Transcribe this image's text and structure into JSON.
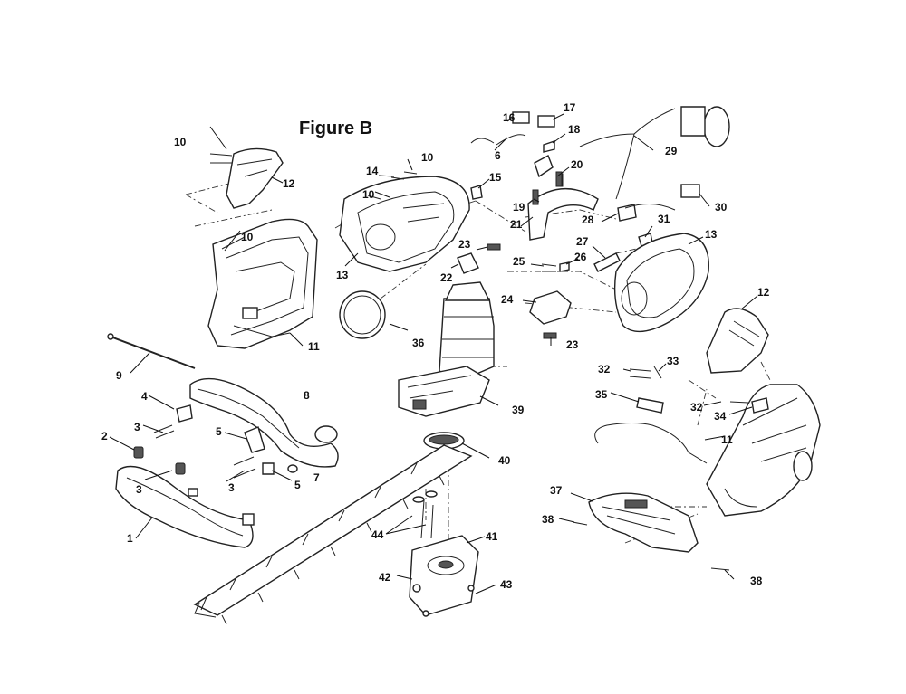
{
  "title": "Figure B",
  "callout_numbers": [
    "1",
    "2",
    "3",
    "4",
    "5",
    "6",
    "7",
    "8",
    "9",
    "10",
    "11",
    "12",
    "13",
    "14",
    "15",
    "16",
    "17",
    "18",
    "19",
    "20",
    "21",
    "22",
    "23",
    "24",
    "25",
    "26",
    "27",
    "28",
    "29",
    "30",
    "31",
    "32",
    "33",
    "34",
    "35",
    "36",
    "37",
    "38",
    "39",
    "40",
    "41",
    "42",
    "43",
    "44"
  ],
  "colors": {
    "line": "#222222",
    "background": "#ffffff"
  }
}
